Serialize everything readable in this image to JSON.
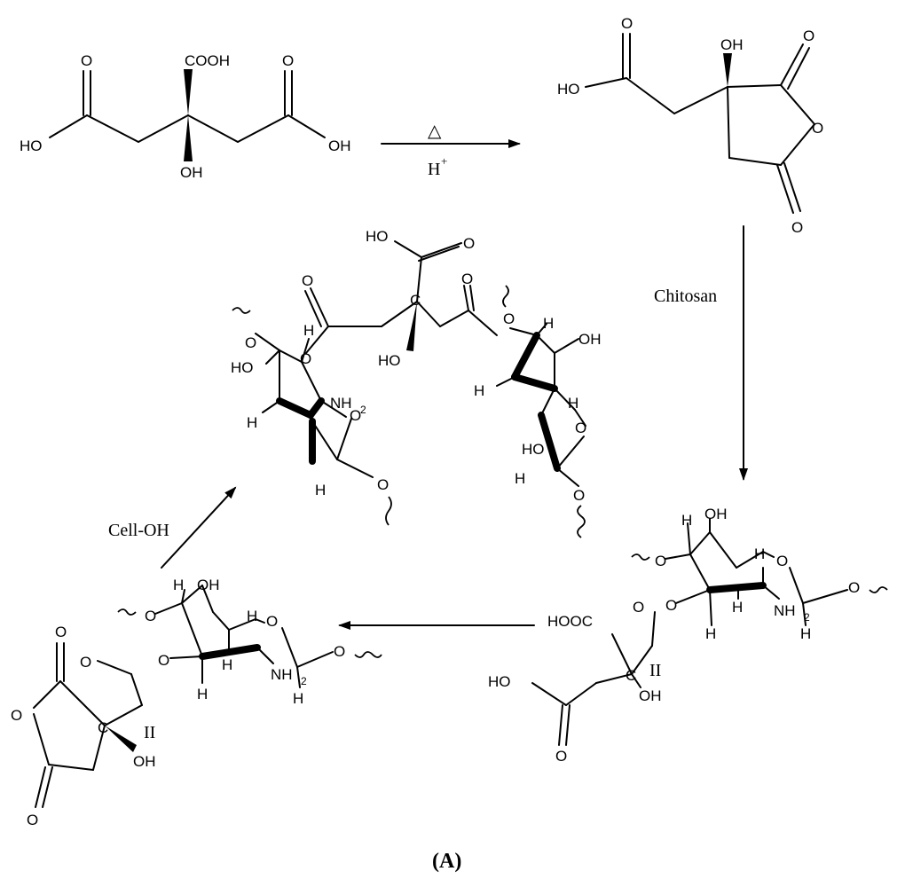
{
  "citric_acid": {
    "cooh_top": "COOH",
    "oxygen_left": "O",
    "oxygen_right": "O",
    "ho_left": "HO",
    "oh_right": "OH",
    "oh_bottom": "OH"
  },
  "step1": {
    "heat_symbol": "△",
    "catalyst": "H",
    "catalyst_charge": "+"
  },
  "anhydride_top": {
    "ho_acid": "HO",
    "o_acid": "O",
    "oh": "OH",
    "o_carbonyl_top": "O",
    "o_ring": "O",
    "o_carbonyl_bottom": "O"
  },
  "step2": {
    "reagent": "Chitosan"
  },
  "step4": {
    "reagent": "Cell-OH"
  },
  "crosslinked": {
    "ho_acid": "HO",
    "o_acid": "O",
    "o_ester_left": "O",
    "o_ester_right": "O",
    "central_c": "C",
    "central_oh": "HO",
    "left_ring": {
      "o_link": "O",
      "h1": "H",
      "o_ester": "O",
      "ho": "HO",
      "nh": "NH",
      "nh_sub": "2",
      "h2": "H",
      "o_ring": "O",
      "h3": "H",
      "o_link2": "O"
    },
    "right_ring": {
      "o_link": "O",
      "h1": "H",
      "oh": "OH",
      "h2": "H",
      "h3": "H",
      "o_ring": "O",
      "ho": "HO",
      "h4": "H",
      "o_link2": "O"
    }
  },
  "chitosan_ester": {
    "oh": "OH",
    "o_link": "O",
    "h1": "H",
    "h2": "H",
    "o_ring": "O",
    "o_ester": "O",
    "o_carbonyl": "O",
    "h3": "H",
    "h4": "H",
    "nh": "NH",
    "nh_sub": "2",
    "h5": "H",
    "o_link2": "O",
    "hooc": "HOOC",
    "c_center": "C",
    "label_ii": "II",
    "oh_center": "OH",
    "ho_acid": "HO",
    "o_acid": "O"
  },
  "chitosan_anhydride": {
    "oh": "OH",
    "h1": "H",
    "o_link": "O",
    "h2": "H",
    "o_ring": "O",
    "o_carbonyl_ester": "O",
    "o_ester": "O",
    "h3": "H",
    "h4": "H",
    "nh": "NH",
    "nh_sub": "2",
    "h5": "H",
    "o_link2": "O",
    "o_carbonyl_top": "O",
    "o_ring_anh": "O",
    "c_center": "C",
    "label_ii": "II",
    "oh_center": "OH",
    "o_carbonyl_bottom": "O"
  },
  "panel_label": "(A)"
}
